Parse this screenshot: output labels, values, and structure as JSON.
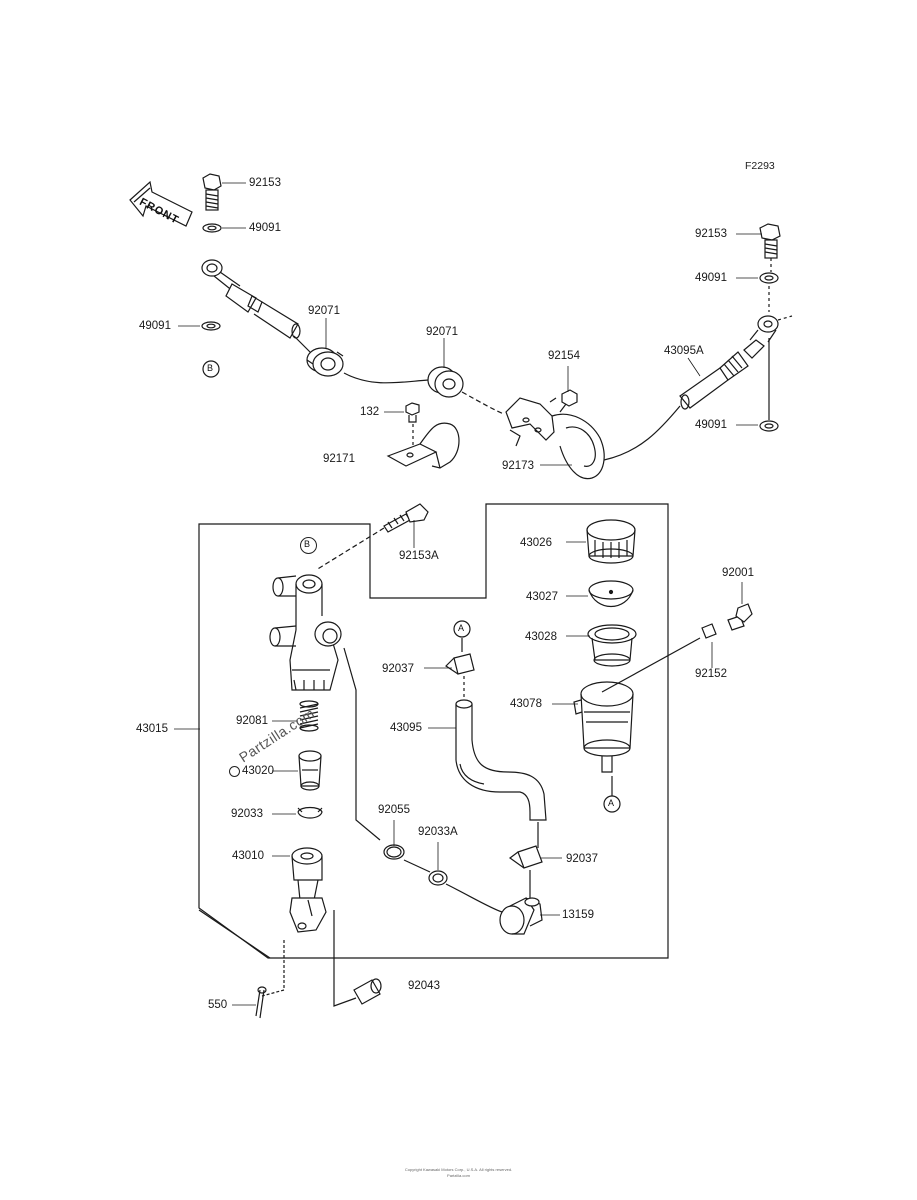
{
  "diagram_code": "F2293",
  "front_label": "FRONT",
  "watermark": "Partzilla.com",
  "ref_markers": {
    "b": "B",
    "a": "A"
  },
  "parts": {
    "p92153_left": "92153",
    "p49091_top": "49091",
    "p49091_left": "49091",
    "p92071_left": "92071",
    "p92071_mid": "92071",
    "p92154": "92154",
    "p43095a": "43095A",
    "p92153_right": "92153",
    "p49091_right_top": "49091",
    "p49091_right_bottom": "49091",
    "p132": "132",
    "p92171": "92171",
    "p92173": "92173",
    "p92153a": "92153A",
    "p43026": "43026",
    "p43027": "43027",
    "p43028": "43028",
    "p92001": "92001",
    "p92152": "92152",
    "p43078": "43078",
    "p92037_top": "92037",
    "p43095": "43095",
    "p43015": "43015",
    "p92081": "92081",
    "p43020": "43020",
    "p92033": "92033",
    "p92055": "92055",
    "p92033a": "92033A",
    "p92037_bottom": "92037",
    "p43010": "43010",
    "p13159": "13159",
    "p550": "550",
    "p92043": "92043"
  },
  "footer_line1": "Copyright Kawasaki Motors Corp., U.S.A. All rights reserved.",
  "footer_line2": "Partzilla.com"
}
